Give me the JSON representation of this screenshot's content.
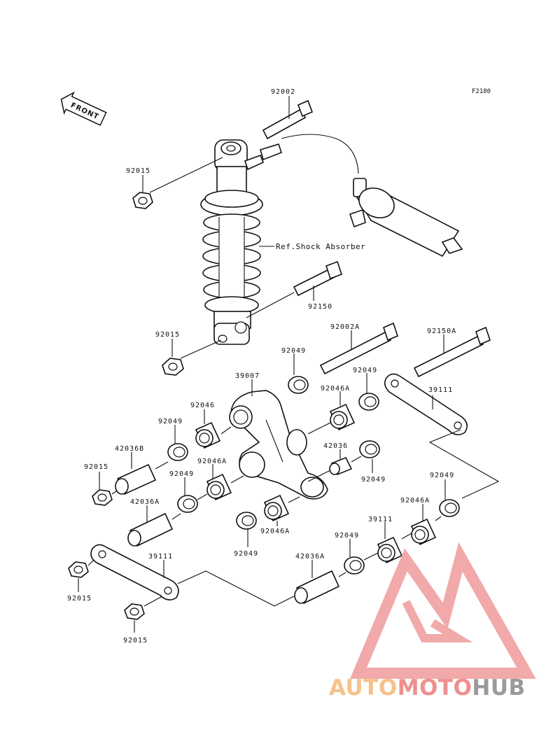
{
  "diagram": {
    "figure_code": "F2180",
    "front_label": "FRONT",
    "reference_label": "Ref.Shock Absorber",
    "part_labels": [
      "92002",
      "92015",
      "92150",
      "92015",
      "92002A",
      "92150A",
      "92049",
      "39007",
      "92049",
      "92046A",
      "39111",
      "92046",
      "92049",
      "42036B",
      "92015",
      "92046A",
      "92049",
      "42036",
      "92049",
      "92049",
      "42036A",
      "92046A",
      "92049",
      "92046A",
      "92049",
      "39111",
      "42036A",
      "92015",
      "92015"
    ]
  },
  "watermark": {
    "brand_part1": "AUTO",
    "brand_part2": "MOTO",
    "brand_part3": "HUB",
    "color_accent": "#f0a0a0",
    "color_orange": "#f5c28a",
    "color_red": "#ef8f8f",
    "color_gray": "#9a9a9a"
  }
}
